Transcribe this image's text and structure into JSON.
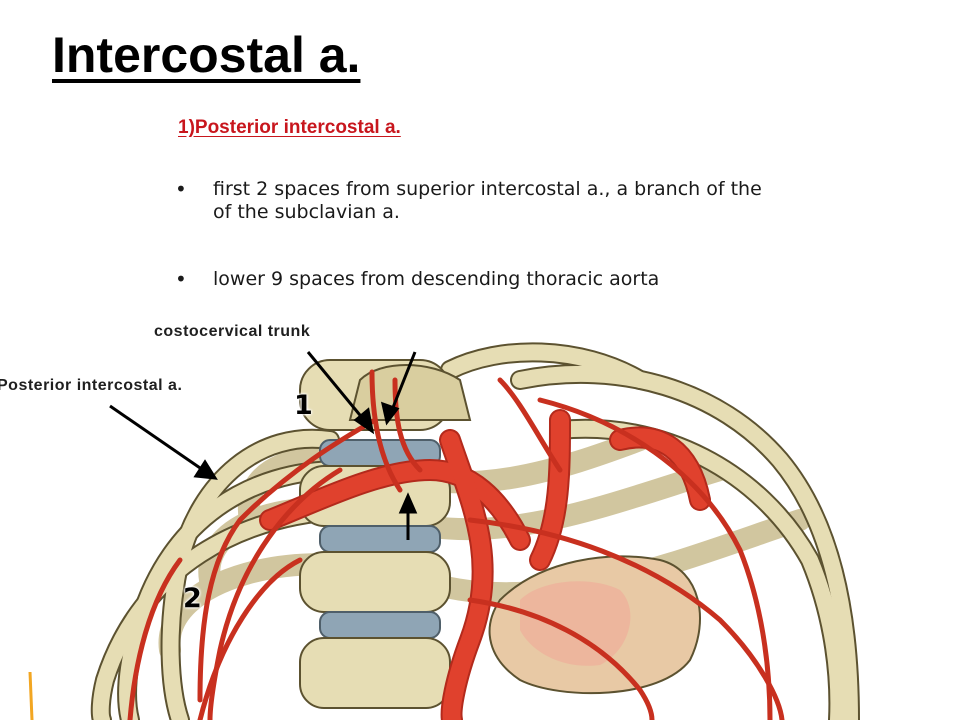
{
  "slide": {
    "title": "Intercostal a.",
    "subheading": "1)Posterior intercostal a.",
    "bullets": [
      "first 2 spaces from superior intercostal a., a branch of the of the subclavian a.",
      "lower 9 spaces from descending thoracic aorta"
    ]
  },
  "figure": {
    "labels": {
      "costocervical_trunk": "costocervical trunk",
      "posterior_intercostal": "Posterior intercostal a."
    },
    "numbers": {
      "first": "1",
      "second": "2"
    },
    "colors": {
      "bone": "#e6ddb4",
      "bone_outline": "#5c5230",
      "artery": "#e0412d",
      "artery_dark": "#b32a1c",
      "disc": "#8fa5b5",
      "heading": "#c8161d"
    }
  }
}
